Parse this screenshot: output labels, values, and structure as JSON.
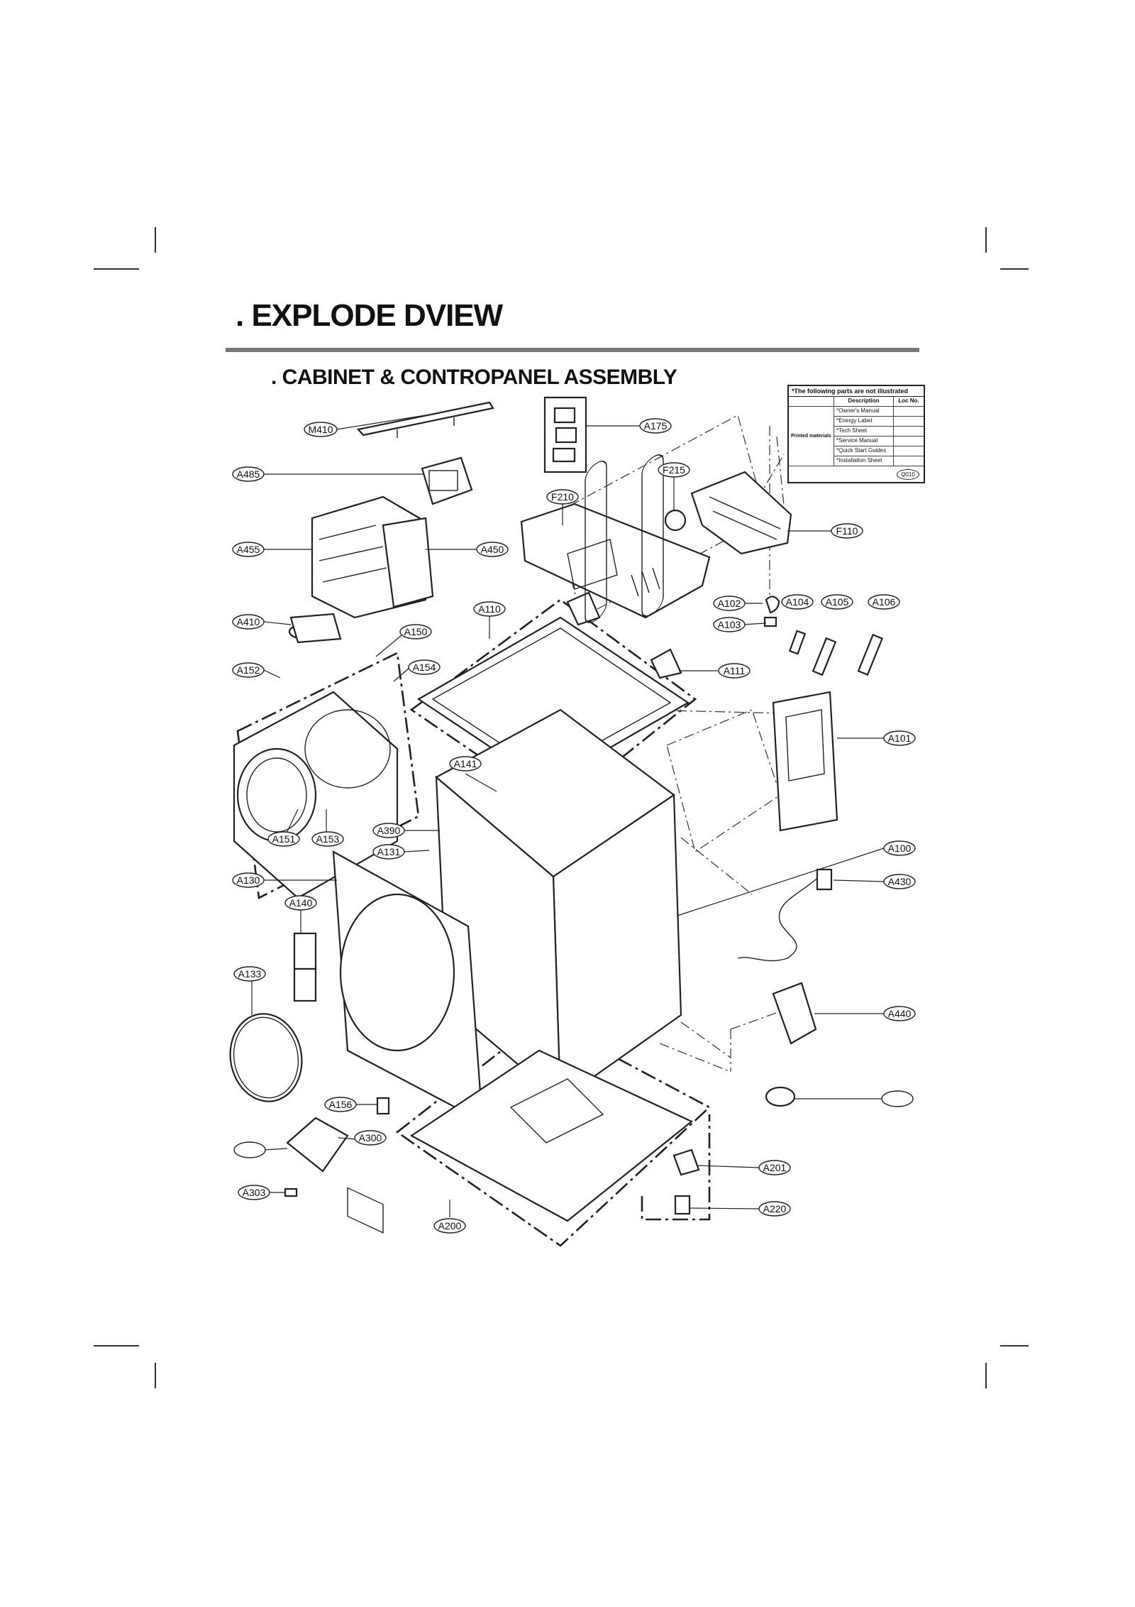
{
  "page": {
    "heading": ". EXPLODE DVIEW",
    "subheading": ". CABINET & CONTROPANEL ASSEMBLY"
  },
  "not_illustrated": {
    "title": "*The following parts are not illustrated",
    "col_description": "Description",
    "col_loc": "Loc No.",
    "group_label": "Printed materials",
    "items": [
      "*Owner's Manual",
      "*Energy Label",
      "*Tech Sheet",
      "*Service Manual",
      "*Quick Start Guides",
      "*Installation Sheet"
    ],
    "footer_code": "Q010"
  },
  "callouts": {
    "M410": "M410",
    "A175": "A175",
    "A485": "A485",
    "F215": "F215",
    "F210": "F210",
    "F110": "F110",
    "A455": "A455",
    "A450": "A450",
    "A110": "A110",
    "A102": "A102",
    "A104": "A104",
    "A105": "A105",
    "A106": "A106",
    "A103": "A103",
    "A410": "A410",
    "A150": "A150",
    "A154": "A154",
    "A152": "A152",
    "A111": "A111",
    "A101": "A101",
    "A141": "A141",
    "A390": "A390",
    "A151": "A151",
    "A153": "A153",
    "A131": "A131",
    "A100": "A100",
    "A130": "A130",
    "A430": "A430",
    "A140": "A140",
    "A133": "A133",
    "A440": "A440",
    "A156": "A156",
    "A300": "A300",
    "A201": "A201",
    "A303": "A303",
    "A220": "A220",
    "A200": "A200"
  }
}
